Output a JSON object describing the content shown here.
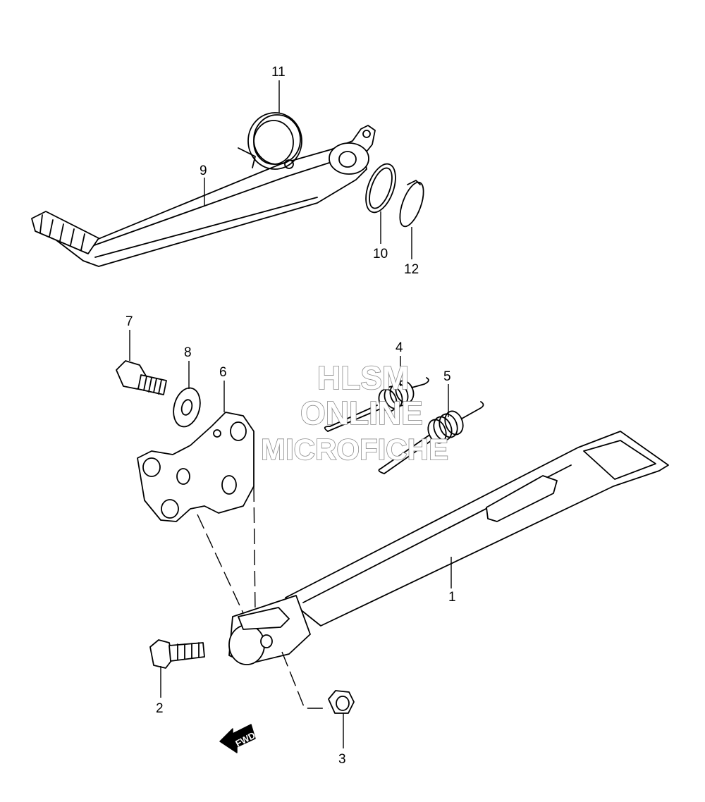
{
  "watermark": {
    "line1": "HLSM",
    "line2": "ONLINE",
    "line3": "MICROFICHE"
  },
  "parts": [
    {
      "id": "1"
    },
    {
      "id": "2"
    },
    {
      "id": "3"
    },
    {
      "id": "4"
    },
    {
      "id": "5"
    },
    {
      "id": "6"
    },
    {
      "id": "7"
    },
    {
      "id": "8"
    },
    {
      "id": "9"
    },
    {
      "id": "10"
    },
    {
      "id": "11"
    },
    {
      "id": "12"
    }
  ],
  "fwd_arrow": {
    "label": "FWD"
  },
  "colors": {
    "line": "#000000",
    "watermark_outline": "#8a8a8a",
    "background": "#ffffff"
  }
}
